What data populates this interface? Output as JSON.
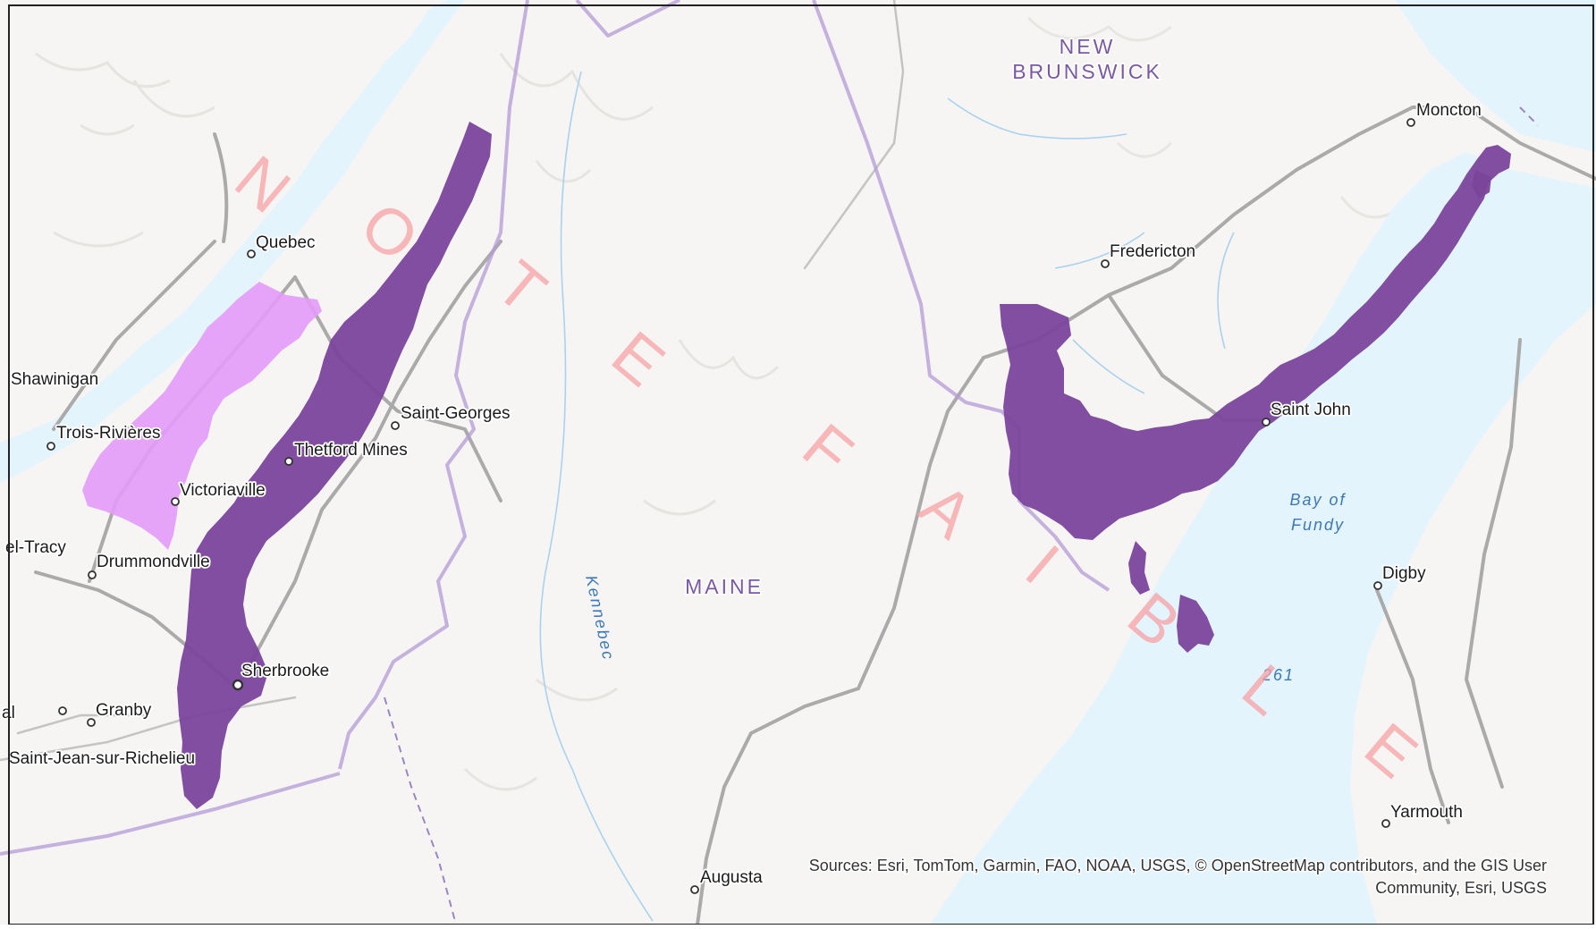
{
  "map": {
    "region_labels": [
      "NEW",
      "BRUNSWICK",
      "MAINE"
    ],
    "cities": [
      {
        "name": "Quebec"
      },
      {
        "name": "Shawinigan"
      },
      {
        "name": "Trois-Rivières"
      },
      {
        "name": "Victoriaville"
      },
      {
        "name": "el-Tracy"
      },
      {
        "name": "Drummondville"
      },
      {
        "name": "Thetford Mines"
      },
      {
        "name": "Saint-Georges"
      },
      {
        "name": "Sherbrooke"
      },
      {
        "name": "Granby"
      },
      {
        "name": "Saint-Jean-sur-Richelieu"
      },
      {
        "name": "Augusta"
      },
      {
        "name": "Fredericton"
      },
      {
        "name": "Moncton"
      },
      {
        "name": "Saint John"
      },
      {
        "name": "Digby"
      },
      {
        "name": "Yarmouth"
      },
      {
        "name": "al"
      }
    ],
    "water_labels": {
      "bay_line1": "Bay of",
      "bay_line2": "Fundy",
      "river": "Kennebec",
      "road_number": "261"
    },
    "watermark_letters": [
      "N",
      "O",
      "T",
      "E",
      "F",
      "A",
      "I",
      "B",
      "L",
      "E"
    ],
    "attribution": {
      "line1": "Sources: Esri, TomTom, Garmin, FAO, NOAA, USGS, © OpenStreetMap contributors, and the GIS User",
      "line2": "Community, Esri, USGS"
    },
    "colors": {
      "range_dark": "#7b459c",
      "range_light": "#e39bf7",
      "water": "#e4f4fc",
      "land": "#f6f5f3",
      "watermark": "#f7a2a4",
      "boundary": "#b39ad6"
    }
  }
}
